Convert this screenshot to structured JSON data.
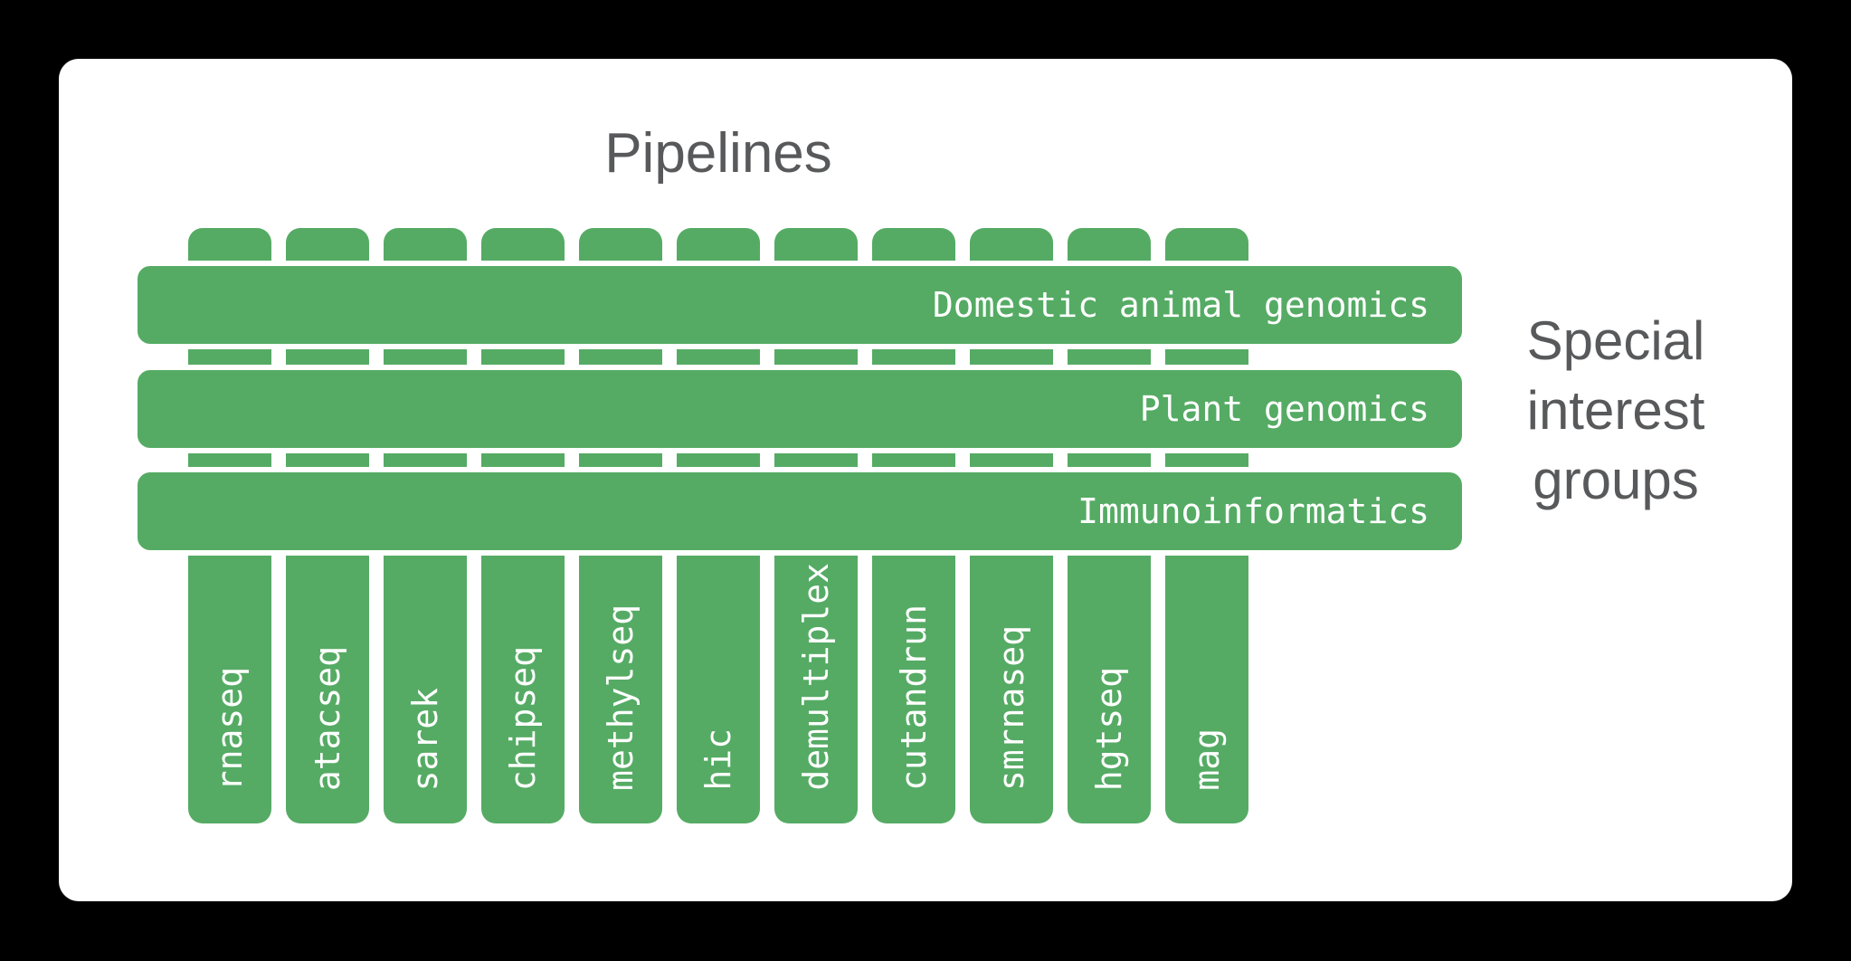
{
  "colors": {
    "background": "#000000",
    "card": "#ffffff",
    "bar_green": "#55ab64",
    "heading_gray": "#58595b",
    "bar_text_white": "#ffffff"
  },
  "headings": {
    "pipelines_title": "Pipelines",
    "sig_title": "Special interest groups"
  },
  "special_interest_groups": [
    "Domestic animal genomics",
    "Plant genomics",
    "Immunoinformatics"
  ],
  "pipelines": [
    "rnaseq",
    "atacseq",
    "sarek",
    "chipseq",
    "methylseq",
    "hic",
    "demultiplex",
    "cutandrun",
    "smrnaseq",
    "hgtseq",
    "mag"
  ]
}
